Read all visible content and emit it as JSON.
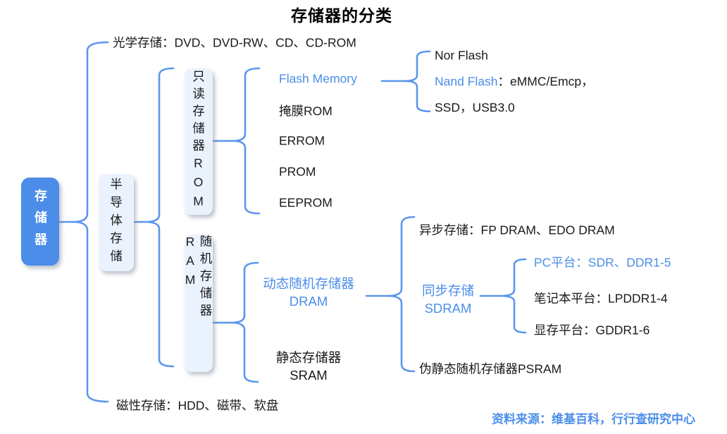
{
  "title": "存储器的分类",
  "source_note": "资料来源：维基百科，行行查研究中心",
  "colors": {
    "accent_line": "#5C96EC",
    "blue_text": "#4C8EE9",
    "root_box_bg": "#4B8DE9",
    "root_box_text": "#FFFFFF",
    "node_box_bg": "#EAF2FD",
    "text": "#1A1A1A",
    "background": "#FFFFFF"
  },
  "root": {
    "label": "存储器"
  },
  "optical": {
    "label": "光学存储：DVD、DVD-RW、CD、CD-ROM"
  },
  "magnetic": {
    "label": "磁性存储：HDD、磁带、软盘"
  },
  "semiconductor": {
    "label": "半导体存储"
  },
  "rom": {
    "label": "只读存储器ROM",
    "flash_memory": "Flash Memory",
    "mask_rom": "掩膜ROM",
    "errom": "ERROM",
    "prom": "PROM",
    "eeprom": "EEPROM",
    "nor_flash": "Nor Flash",
    "nand_flash": "Nand Flash",
    "nand_flash_rest": "：eMMC/Emcp，",
    "ssd_line": "SSD，USB3.0"
  },
  "ram": {
    "label": "随机存储器RAM",
    "dram_line1": "动态随机存储器",
    "dram_line2": "DRAM",
    "sram_line1": "静态存储器",
    "sram_line2": "SRAM",
    "async_dram": "异步存储：FP DRAM、EDO DRAM",
    "sdram_line1": "同步存储",
    "sdram_line2": "SDRAM",
    "psram": "伪静态随机存储器PSRAM",
    "pc_platform": "PC平台：SDR、DDR1-5",
    "laptop_platform": "笔记本平台：LPDDR1-4",
    "gpu_platform": "显存平台：GDDR1-6"
  }
}
